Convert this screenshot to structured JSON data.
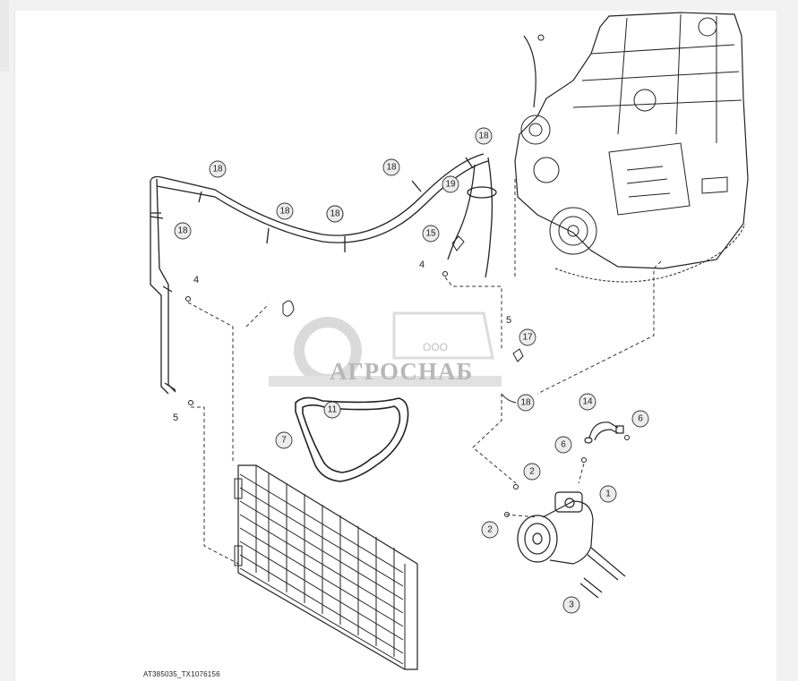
{
  "callouts": [
    {
      "n": "18"
    },
    {
      "n": "18"
    },
    {
      "n": "18"
    },
    {
      "n": "18"
    },
    {
      "n": "18"
    },
    {
      "n": "18"
    },
    {
      "n": "18"
    },
    {
      "n": "19"
    },
    {
      "n": "15"
    },
    {
      "n": "17"
    },
    {
      "n": "18"
    },
    {
      "n": "11"
    },
    {
      "n": "7"
    },
    {
      "n": "14"
    },
    {
      "n": "6"
    },
    {
      "n": "6"
    },
    {
      "n": "2"
    },
    {
      "n": "2"
    },
    {
      "n": "1"
    },
    {
      "n": "3"
    }
  ],
  "plain_labels": [
    {
      "n": "4"
    },
    {
      "n": "4"
    },
    {
      "n": "5"
    },
    {
      "n": "5"
    }
  ],
  "watermark": {
    "small": "ООО",
    "big": "АГРОСНАБ"
  },
  "image_code": "AT385035_TX1076156",
  "colors": {
    "sheet": "#ffffff",
    "frame": "#f2f2f2",
    "ink": "#222222",
    "callout_fill": "#ececec",
    "watermark": "#7d7d7d"
  }
}
